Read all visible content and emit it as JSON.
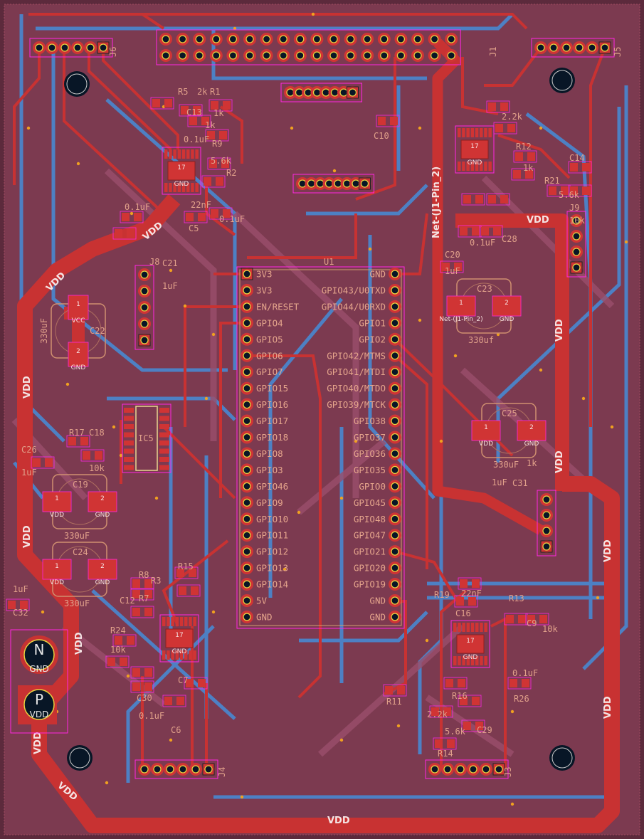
{
  "nets": {
    "vdd": "VDD",
    "j1_pin2": "Net-(J1-Pin_2)",
    "gnd": "GND"
  },
  "colors": {
    "board": "#7c3a50",
    "front_copper": "#c83232",
    "back_copper": "#4d80c4",
    "silkscreen": "#e0a08a",
    "courtyard": "#ff26e2",
    "hole": "#081626"
  },
  "u1": {
    "ref": "U1",
    "left_pins": [
      "3V3",
      "3V3",
      "EN/RESET",
      "GPIO4",
      "GPIO5",
      "GPIO6",
      "GPIO7",
      "GPIO15",
      "GPIO16",
      "GPIO17",
      "GPIO18",
      "GPIO8",
      "GPIO3",
      "GPIO46",
      "GPIO9",
      "GPIO10",
      "GPIO11",
      "GPIO12",
      "GPIO13",
      "GPIO14",
      "5V",
      "GND"
    ],
    "right_pins": [
      "GND",
      "GPIO43/U0TXD",
      "GPIO44/U0RXD",
      "GPIO1",
      "GPIO2",
      "GPIO42/MTMS",
      "GPIO41/MTDI",
      "GPIO40/MTDO",
      "GPIO39/MTCK",
      "GPIO38",
      "GPIO37",
      "GPIO36",
      "GPIO35",
      "GPIO0",
      "GPIO45",
      "GPIO48",
      "GPIO47",
      "GPIO21",
      "GPIO20",
      "GPIO19",
      "GND",
      "GND"
    ]
  },
  "connectors": {
    "j1": "J1",
    "j3": "J3",
    "j4": "J4",
    "j5": "J5",
    "j6": "J6",
    "j8": "J8",
    "j9": "J9"
  },
  "ic_pad": {
    "num": "17",
    "label": "GND"
  },
  "ic5": "IC5",
  "big_caps": [
    {
      "ref": "C22",
      "value": "330uF",
      "pad1": "1",
      "pad1_net": "VCC",
      "pad2": "2",
      "pad2_net": "GND"
    },
    {
      "ref": "C23",
      "value": "330uf",
      "pad1": "1",
      "pad1_net": "Net-(J1-Pin_2)",
      "pad2": "2",
      "pad2_net": "GND"
    },
    {
      "ref": "C25",
      "value": "330uF",
      "pad1": "1",
      "pad1_net": "VDD",
      "pad2": "2",
      "pad2_net": "GND"
    },
    {
      "ref": "C19",
      "value": "330uF",
      "pad1": "1",
      "pad1_net": "VDD",
      "pad2": "2",
      "pad2_net": "GND"
    },
    {
      "ref": "C24",
      "value": "330uF",
      "pad1": "1",
      "pad1_net": "VDD",
      "pad2": "2",
      "pad2_net": "GND"
    }
  ],
  "power_jack": {
    "n": "N",
    "n_net": "GND",
    "p": "P",
    "p_net": "VDD"
  },
  "labels": [
    "R5",
    "2k",
    "R1",
    "1k",
    "C13",
    "0.1uF",
    "1k",
    "R9",
    "5.6k",
    "R2",
    "C5",
    "22nF",
    "0.1uF",
    "0.1uF",
    "C10",
    "C21",
    "1uF",
    "R11",
    "2.2k",
    "R12",
    "1k",
    "C14",
    "R21",
    "5.6k",
    "10k",
    "C20",
    "1uF",
    "0.1uF",
    "C28",
    "C26",
    "1uF",
    "R17",
    "C18",
    "10k",
    "C32",
    "1uF",
    "R15",
    "R24",
    "10k",
    "C30",
    "0.1uF",
    "C7",
    "C6",
    "22nF",
    "C16",
    "0.1uF",
    "R26",
    "R16",
    "C29",
    "5.6k",
    "R14",
    "2.2k",
    "R19",
    "R13",
    "R8",
    "R3",
    "C9",
    "R7",
    "C12",
    "10k",
    "1k",
    "C31",
    "1uF"
  ]
}
